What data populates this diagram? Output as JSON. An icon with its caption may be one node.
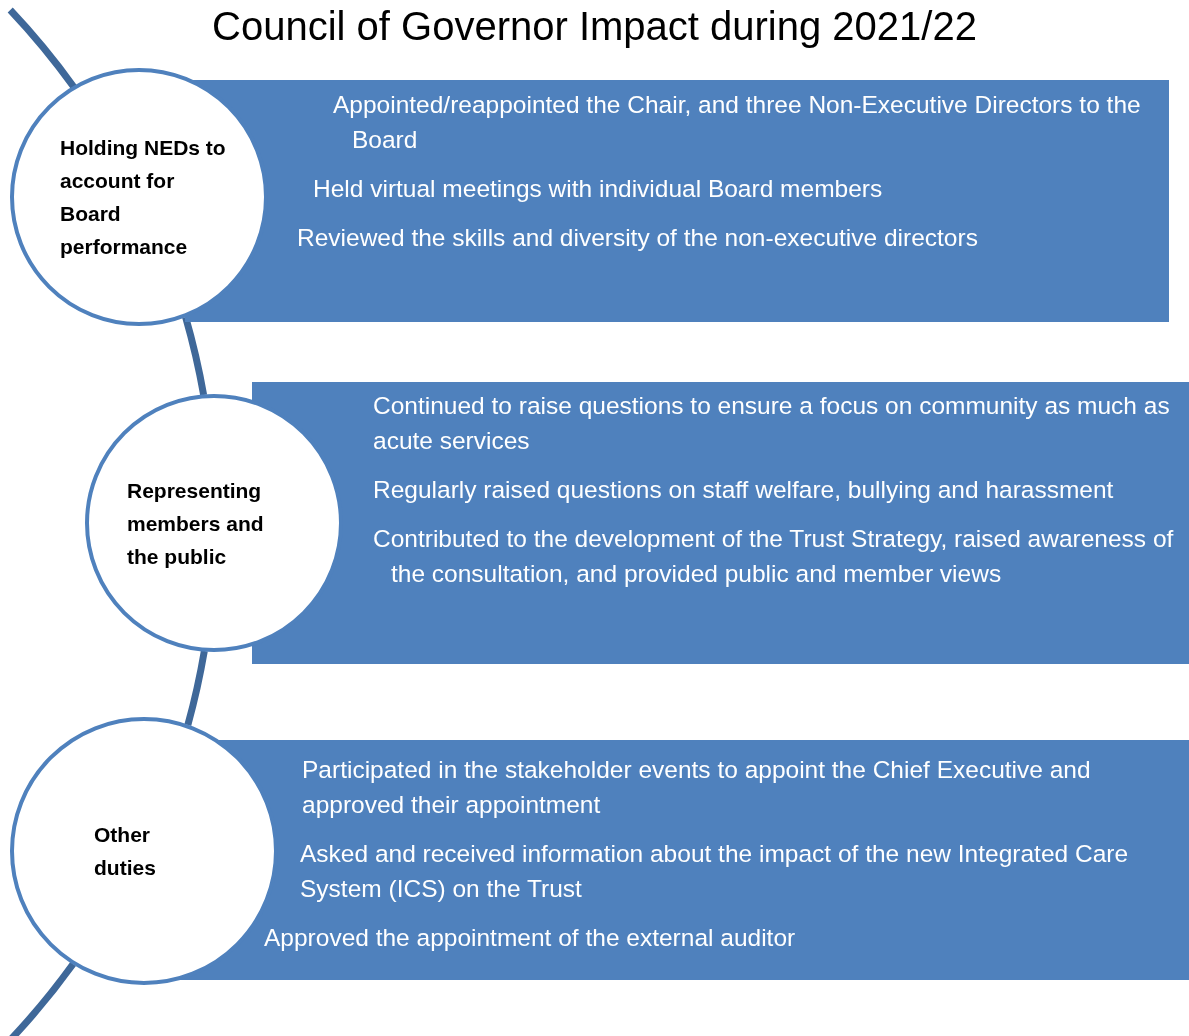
{
  "diagram": {
    "title": "Council of Governor Impact during 2021/22",
    "nodes": [
      {
        "text": [
          "Holding NEDs to account for Board performance"
        ]
      },
      {
        "text": [
          "Appointed/reappointed the Chair, and three Non-Executive Directors to the Board",
          "Held virtual meetings with individual Board members",
          "Reviewed the skills and diversity of the non-executive directors"
        ]
      },
      {
        "text": [
          "Representing members and the public"
        ]
      },
      {
        "text": [
          "Continued to raise questions to ensure a focus on community as much as acute services",
          "Regularly raised questions on staff welfare, bullying and harassment",
          "Contributed to the development of the Trust Strategy, raised awareness of the consultation, and provided public and member views"
        ]
      },
      {
        "text": [
          "Other duties"
        ]
      },
      {
        "text": [
          "Participated in the stakeholder events to appoint the Chief Executive and approved their appointment",
          "Asked and received information about the impact of the new Integrated Care System (ICS) on the Trust",
          "Approved the appointment of the external auditor"
        ]
      }
    ],
    "edges": [
      {
        "from": null,
        "to": 0,
        "arrow": "none"
      },
      {
        "from": 0,
        "to": 2,
        "arrow": "none"
      },
      {
        "from": 2,
        "to": 4,
        "arrow": "none"
      },
      {
        "from": 4,
        "to": null,
        "arrow": "none"
      }
    ]
  }
}
